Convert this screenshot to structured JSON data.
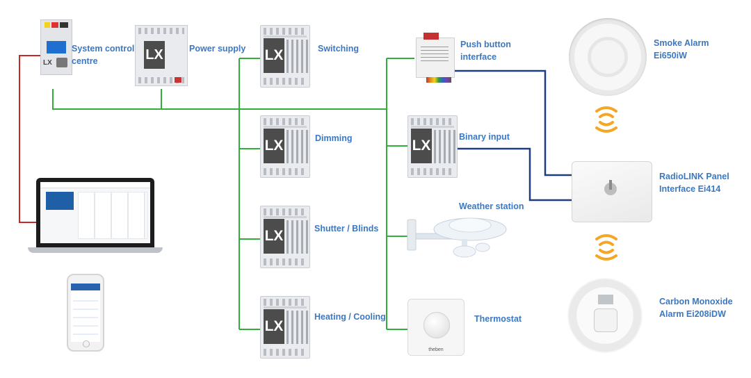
{
  "colors": {
    "label": "#3a78c3",
    "bus_green": "#2fae3a",
    "link_red": "#c62828",
    "radio_link_navy": "#1d3d80",
    "wave_orange": "#f5a623"
  },
  "devices": {
    "system_control": {
      "label_lines": [
        "System control",
        "centre"
      ],
      "icon": "din-controller"
    },
    "power_supply": {
      "label_lines": [
        "Power supply"
      ],
      "icon": "din-power-supply"
    },
    "switching": {
      "label_lines": [
        "Switching"
      ],
      "module_text": "LX"
    },
    "dimming": {
      "label_lines": [
        "Dimming"
      ],
      "module_text": "LX"
    },
    "shutter": {
      "label_lines": [
        "Shutter / Blinds"
      ],
      "module_text": "LX"
    },
    "heating": {
      "label_lines": [
        "Heating / Cooling"
      ],
      "module_text": "LX"
    },
    "push_button": {
      "label_lines": [
        "Push button",
        "interface"
      ],
      "icon": "push-button-interface"
    },
    "binary_input": {
      "label_lines": [
        "Binary input"
      ],
      "module_text": "LX"
    },
    "weather_station": {
      "label_lines": [
        "Weather station"
      ],
      "icon": "weather-station"
    },
    "thermostat": {
      "label_lines": [
        "Thermostat"
      ],
      "brand": "theben"
    },
    "smoke_alarm": {
      "label_lines": [
        "Smoke Alarm",
        "Ei650iW"
      ],
      "icon": "smoke-alarm"
    },
    "radiolink_panel": {
      "label_lines": [
        "RadioLINK Panel",
        "Interface Ei414"
      ],
      "icon": "radiolink-panel"
    },
    "co_alarm": {
      "label_lines": [
        "Carbon Monoxide",
        "Alarm Ei208iDW"
      ],
      "icon": "co-alarm"
    },
    "laptop": {
      "icon": "laptop-dashboard"
    },
    "phone": {
      "icon": "smartphone-app"
    }
  },
  "lx_logo": "LX"
}
